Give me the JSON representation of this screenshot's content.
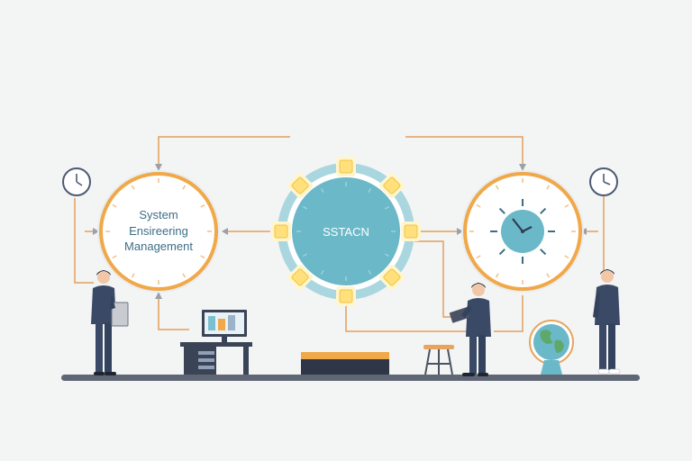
{
  "left_circle": {
    "lines": [
      "System",
      "Ensireering",
      "Management"
    ]
  },
  "center_circle": {
    "label": "SSTACN"
  },
  "colors": {
    "background": "#f3f4f4",
    "orange_ring": "#f0a848",
    "teal": "#6bb8c8",
    "teal_light": "#a9d6df",
    "navy_suit": "#3a4a66",
    "connector": "#e3a05c",
    "floor": "#5f6674"
  },
  "icons": [
    "clock-icon",
    "clock-icon",
    "monitor-icon",
    "globe-icon",
    "bench-icon",
    "stool-icon",
    "desk-icon"
  ]
}
